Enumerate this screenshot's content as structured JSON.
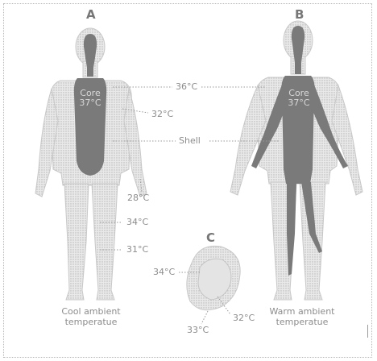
{
  "panels": [
    {
      "letter": "A",
      "caption_line1": "Cool ambient",
      "caption_line2": "temperatue",
      "core_line1": "Core",
      "core_line2": "37°C"
    },
    {
      "letter": "B",
      "caption_line1": "Warm ambient",
      "caption_line2": "temperatue",
      "core_line1": "Core",
      "core_line2": "37°C"
    },
    {
      "letter": "C"
    }
  ],
  "labels": {
    "t36": "36°C",
    "t32_torso": "32°C",
    "shell": "Shell",
    "t28": "28°C",
    "t34_leg": "34°C",
    "t31": "31°C",
    "t34_foot": "34°C",
    "t32_foot": "32°C",
    "t33": "33°C"
  },
  "colors": {
    "core": "#7a7a7a",
    "shell": "#cdcdcd",
    "text": "#8c8c8c"
  }
}
